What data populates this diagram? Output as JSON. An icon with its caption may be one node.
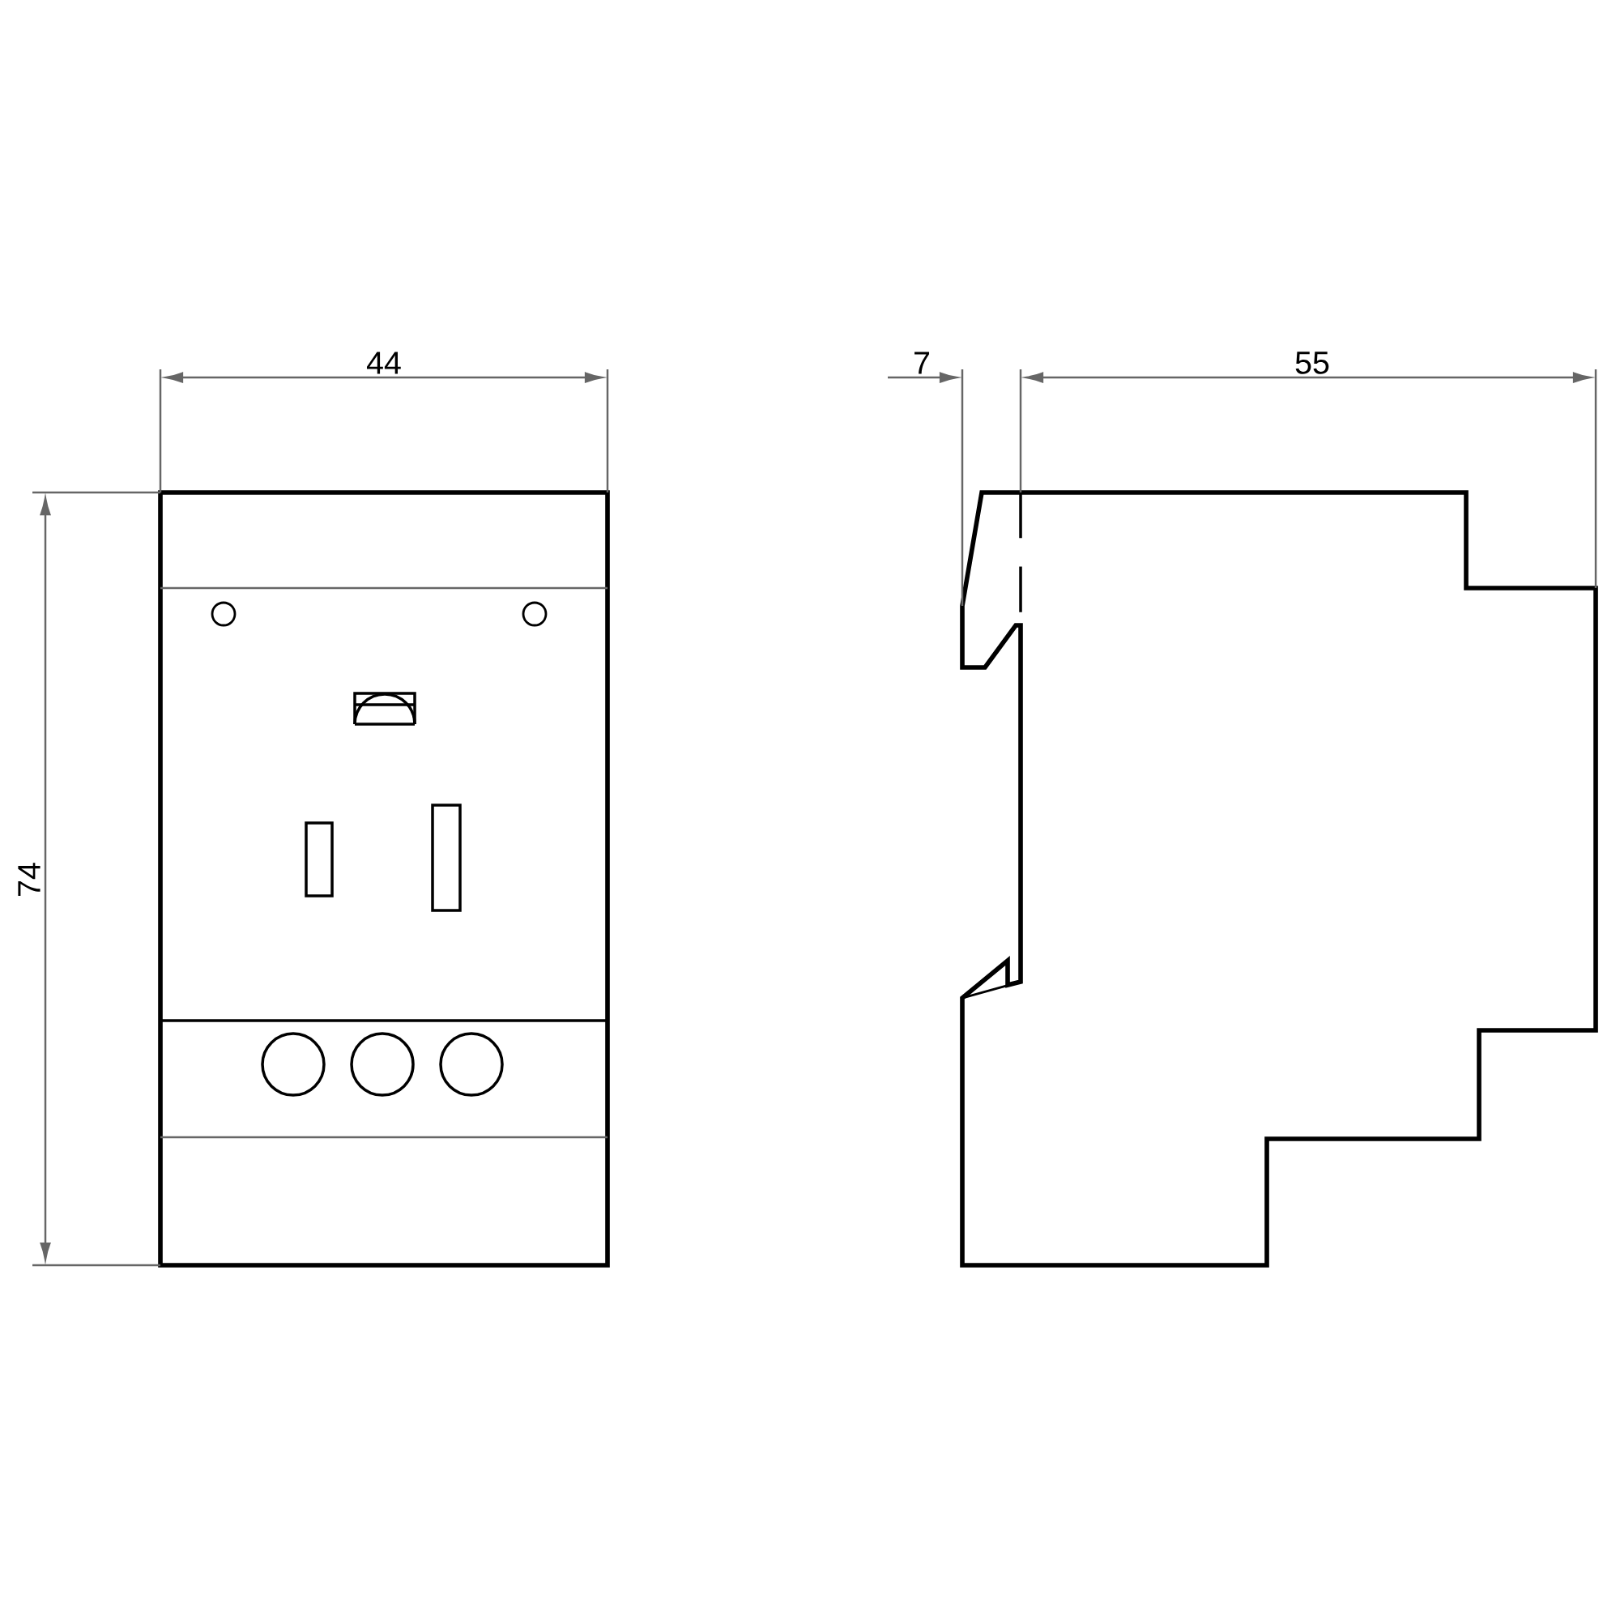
{
  "diagram": {
    "labels": [
      "44",
      "7",
      "55",
      "74"
    ]
  }
}
